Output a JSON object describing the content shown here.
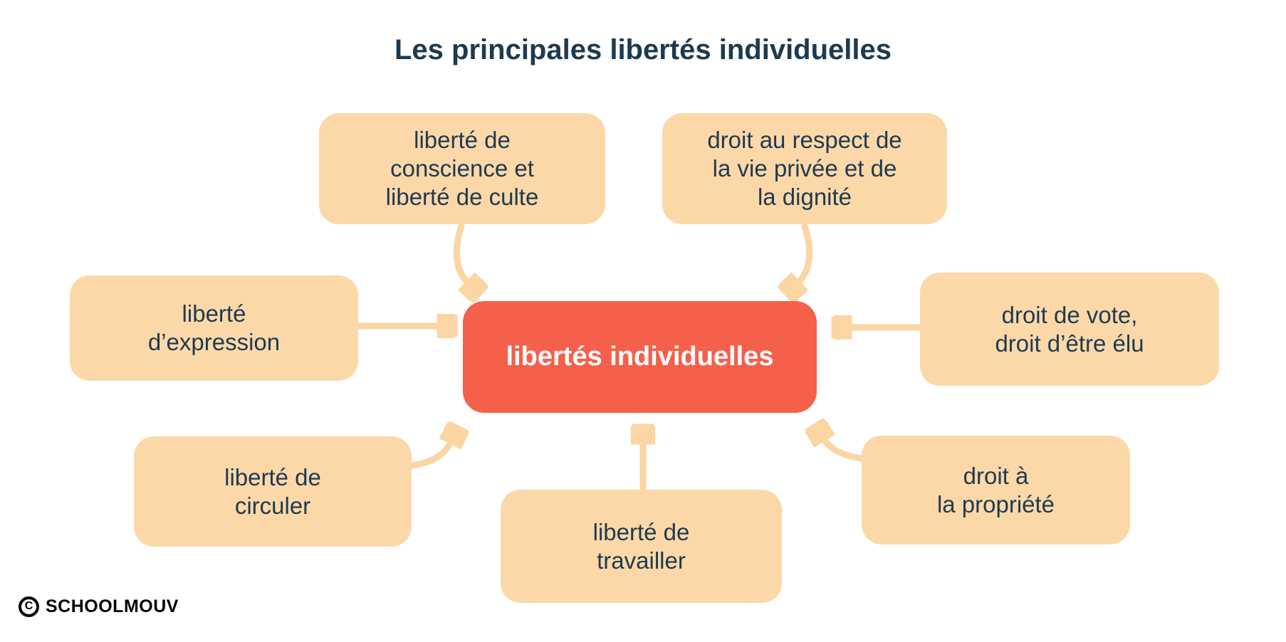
{
  "title": "Les principales libertés individuelles",
  "center_node": {
    "label": "libertés individuelles"
  },
  "nodes": [
    {
      "id": "conscience-culte",
      "label": "liberté de\nconscience et\nliberté de culte"
    },
    {
      "id": "vie-privee-dignite",
      "label": "droit au respect de\nla vie privée et de\nla dignité"
    },
    {
      "id": "expression",
      "label": "liberté\nd’expression"
    },
    {
      "id": "vote-elu",
      "label": "droit de vote,\ndroit d’être élu"
    },
    {
      "id": "circuler",
      "label": "liberté de\ncirculer"
    },
    {
      "id": "travailler",
      "label": "liberté de\ntravailler"
    },
    {
      "id": "propriete",
      "label": "droit à\nla propriété"
    }
  ],
  "footer": {
    "brand": "SCHOOLMOUV",
    "copyright": "C"
  },
  "colors": {
    "navy": "#1e3a50",
    "peach": "#fcd8a9",
    "arrow": "#fbd5a2",
    "orange": "#f5604a",
    "white": "#ffffff",
    "logo": "#000000"
  }
}
